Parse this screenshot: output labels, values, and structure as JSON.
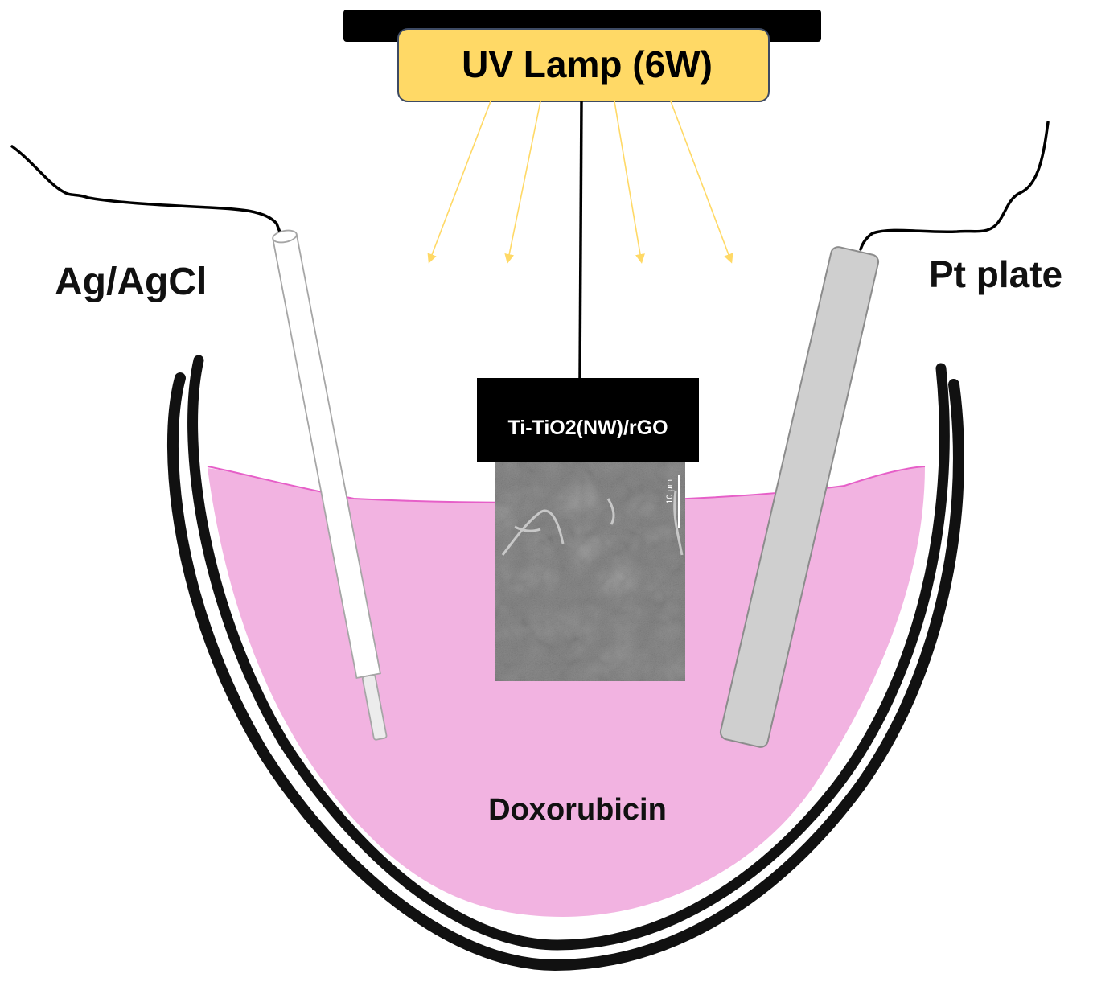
{
  "diagram": {
    "lamp_label": "UV Lamp (6W)",
    "reference_electrode_label": "Ag/AgCl",
    "counter_electrode_label": "Pt plate",
    "working_electrode_label": "Ti-TiO2(NW)/rGO",
    "solution_label": "Doxorubicin",
    "micrograph_scale_label": "10 μm"
  },
  "colors": {
    "lamp_fill": "#ffd966",
    "lamp_bar": "#000000",
    "uv_rays": "#ffd966",
    "solution": "#f2b3e1",
    "solution_surface": "#e65fc8",
    "beaker_wall": "#111111",
    "reference_electrode": "#ffffff",
    "counter_electrode": "#cfcfcf",
    "micrograph": "#8a8a8a",
    "working_label_bg": "#000000"
  },
  "icons": {
    "lamp": "uv-lamp-icon",
    "rays": "light-ray-arrow-icon",
    "reference_electrode": "rod-electrode-icon",
    "counter_electrode": "plate-electrode-icon",
    "working_electrode": "micrograph-electrode-icon"
  }
}
